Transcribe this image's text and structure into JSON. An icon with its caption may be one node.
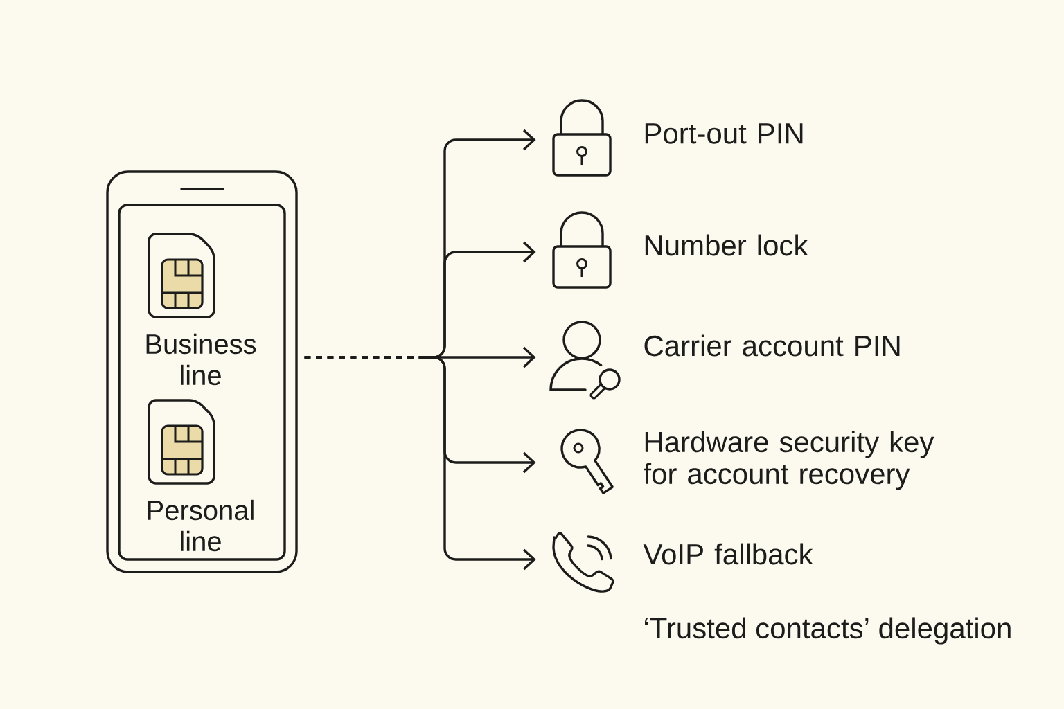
{
  "diagram": {
    "nodes": [
      {
        "text": [],
        "shape": "smartphone"
      },
      {
        "text": [
          "Business line"
        ],
        "in": 0
      },
      {
        "text": [
          "Personal line"
        ],
        "in": 0
      },
      {
        "text": [],
        "shape": "padlock",
        "beside": [
          "Port-out PIN"
        ]
      },
      {
        "text": [],
        "shape": "padlock",
        "beside": [
          "Number lock"
        ]
      },
      {
        "text": [],
        "shape": "person",
        "beside": [
          "Carrier account PIN"
        ]
      },
      {
        "text": [],
        "shape": "key",
        "beside": [
          "Hardware security key for account recovery"
        ]
      },
      {
        "text": [],
        "shape": "handset",
        "beside": [
          "VoIP fallback"
        ]
      }
    ],
    "edges": [
      {
        "from": 0,
        "to": 3,
        "arrow": "to",
        "style": "dashed"
      },
      {
        "from": 0,
        "to": 4,
        "arrow": "to",
        "style": "dashed"
      },
      {
        "from": 0,
        "to": 5,
        "arrow": "to",
        "style": "dashed"
      },
      {
        "from": 0,
        "to": 6,
        "arrow": "to",
        "style": "dashed"
      },
      {
        "from": 0,
        "to": 7,
        "arrow": "to",
        "style": "dashed"
      }
    ],
    "labels": [
      "‘Trusted contacts’ delegation"
    ]
  }
}
